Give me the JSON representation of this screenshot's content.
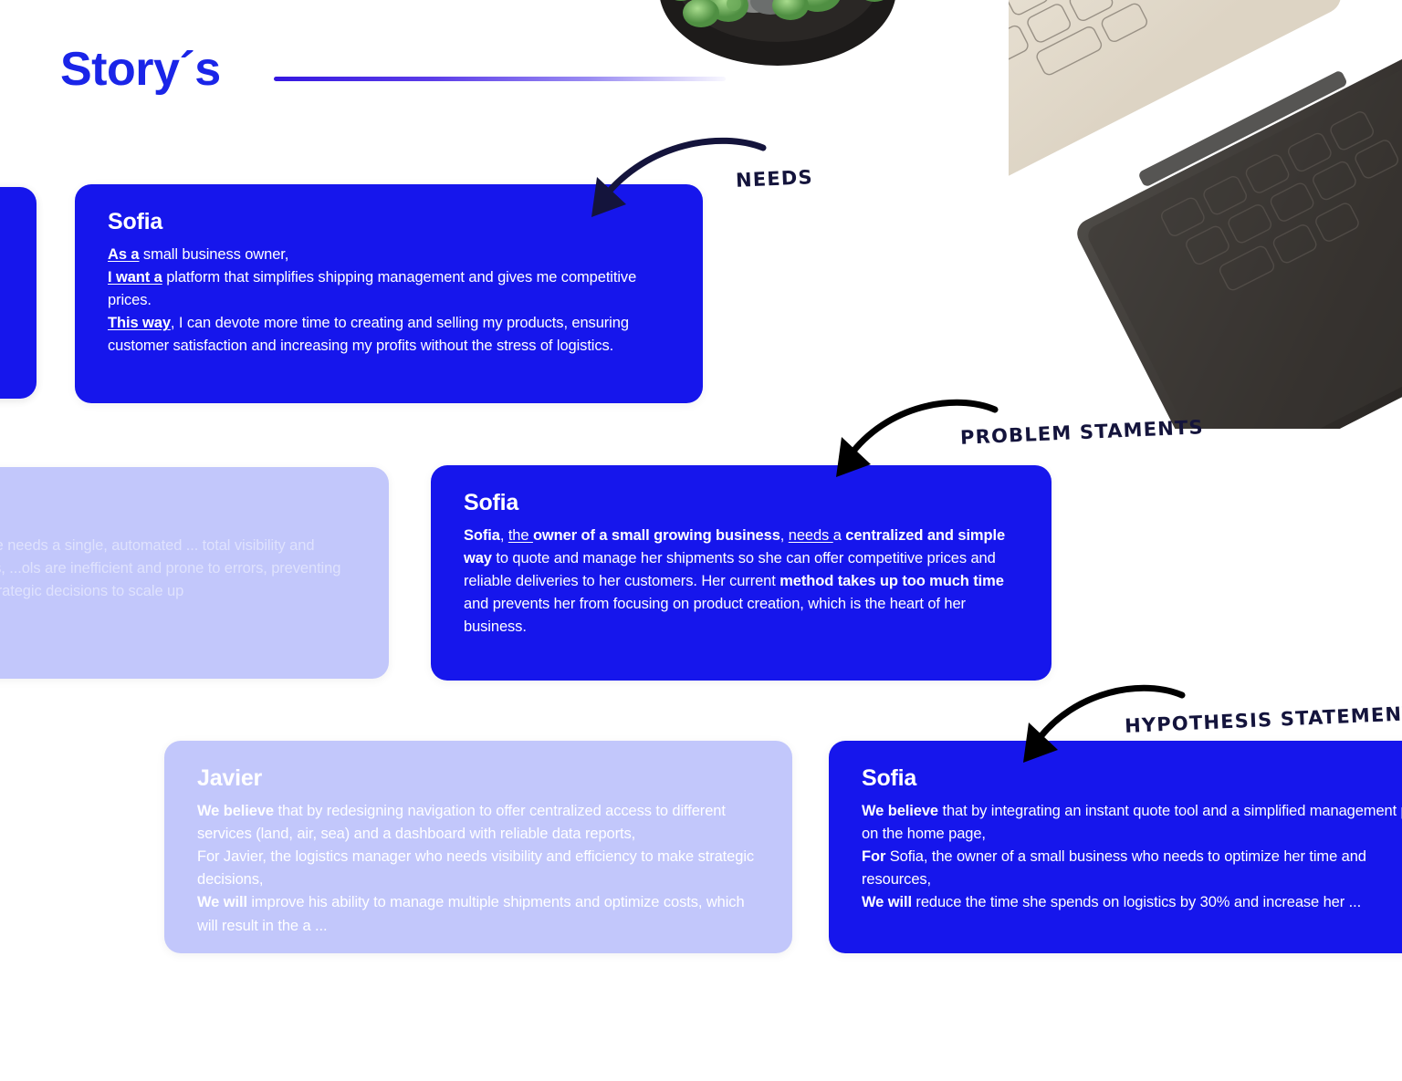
{
  "page": {
    "title": "Story´s",
    "background_color": "#ffffff"
  },
  "colors": {
    "accent_blue": "#1616ec",
    "title_blue": "#1a25e8",
    "lavender": "#c2c7fb",
    "annotation_ink": "#14143c"
  },
  "images": {
    "plant": "succulent-plant-photo",
    "laptop": "open-laptop-photo"
  },
  "annotations": [
    {
      "id": "needs",
      "label": "NEEDS",
      "icon": "curved-arrow-icon"
    },
    {
      "id": "problem",
      "label": "PROBLEM STAMENTS",
      "icon": "curved-arrow-icon"
    },
    {
      "id": "hypothesis",
      "label": "HYPOTHESIS STATEMENT",
      "icon": "curved-arrow-icon"
    }
  ],
  "cards": {
    "needs_sofia": {
      "name": "Sofia",
      "lines": [
        {
          "lead": "As a",
          "lead_style": "bold-underline",
          "rest": " small business owner,"
        },
        {
          "lead": "I want a",
          "lead_style": "bold-underline",
          "rest": " platform that simplifies shipping management and gives me competitive prices."
        },
        {
          "lead": "This way",
          "lead_style": "bold-underline",
          "rest": ", I can devote more time to creating and selling my products, ensuring customer satisfaction and increasing my profits without the stress of logistics."
        }
      ]
    },
    "problem_sofia": {
      "name": "Sofia",
      "text_plain": "Sofia, the owner of a small growing business, needs a centralized and simple way to quote and manage her shipments so she can offer competitive prices and reliable deliveries to her customers. Her current method takes up too much time and prevents her from focusing on product creation, which is the heart of her business.",
      "segments": [
        {
          "t": "Sofia",
          "s": "bold"
        },
        {
          "t": ", ",
          "s": "plain"
        },
        {
          "t": "the ",
          "s": "underline"
        },
        {
          "t": "owner of a small growing business",
          "s": "bold"
        },
        {
          "t": ", ",
          "s": "plain"
        },
        {
          "t": "needs ",
          "s": "underline"
        },
        {
          "t": "a ",
          "s": "plain"
        },
        {
          "t": "centralized and simple way",
          "s": "bold"
        },
        {
          "t": " to quote and manage her shipments so she can offer competitive prices and reliable deliveries to her customers. Her current ",
          "s": "plain"
        },
        {
          "t": "method takes up too much time",
          "s": "bold"
        },
        {
          "t": " and prevents her from focusing on product creation, which is the heart of her business.",
          "s": "plain"
        }
      ]
    },
    "hypothesis_javier": {
      "name": "Javier",
      "segments": [
        {
          "t": "We believe",
          "s": "bold"
        },
        {
          "t": " that by redesigning navigation to offer centralized access to different services (land, air, sea) and a dashboard with reliable data reports,",
          "s": "plain"
        },
        {
          "t": "\n",
          "s": "break"
        },
        {
          "t": "For Javier, the logistics manager who needs visibility and efficiency to make strategic decisions,",
          "s": "plain"
        },
        {
          "t": "\n",
          "s": "break"
        },
        {
          "t": "We will",
          "s": "bold"
        },
        {
          "t": " improve his ability to manage multiple shipments and optimize costs, which will result in the a ...",
          "s": "plain"
        }
      ]
    },
    "hypothesis_sofia": {
      "name": "Sofia",
      "segments": [
        {
          "t": "We believe",
          "s": "bold"
        },
        {
          "t": " that by integrating an instant quote tool and a simplified management panel on the home page,",
          "s": "plain"
        },
        {
          "t": "\n",
          "s": "break"
        },
        {
          "t": "For",
          "s": "bold"
        },
        {
          "t": " Sofia, the owner of a small business who needs to optimize her time and resources,",
          "s": "plain"
        },
        {
          "t": "\n",
          "s": "break"
        },
        {
          "t": "We will",
          "s": "bold"
        },
        {
          "t": " reduce the time she spends on logistics by 30% and increase her ...",
          "s": "plain"
        }
      ]
    },
    "partial_left_middle": {
      "text_visible": "...ager at a large company. He needs a single, automated ... total visibility and reliable data on his shipments, ...ols are inefficient and prone to errors, preventing him ...ng costs and making strategic decisions to scale up"
    }
  }
}
